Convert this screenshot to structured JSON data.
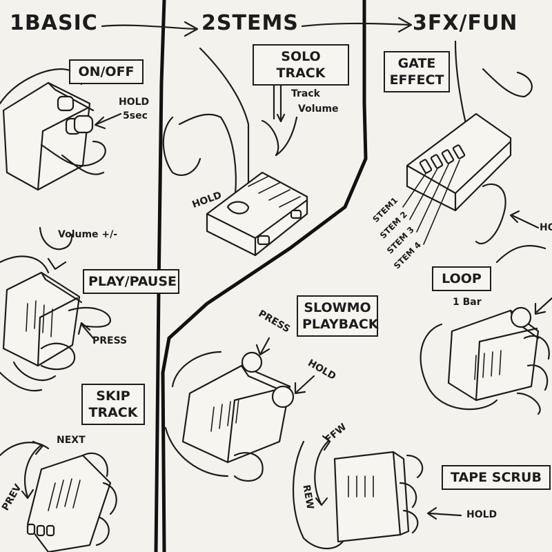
{
  "headers": {
    "step1": "1BASIC",
    "step2": "2STEMS",
    "step3": "3FX/FUN"
  },
  "sections": {
    "on_off": {
      "label": "ON/OFF",
      "note_hold": "HOLD",
      "note_time": "5sec"
    },
    "volume": {
      "note": "Volume +/-"
    },
    "play_pause": {
      "label": "PLAY/PAUSE",
      "note_press": "PRESS"
    },
    "skip_track": {
      "label_line1": "SKIP",
      "label_line2": "TRACK",
      "note_next": "NEXT",
      "note_prev": "PREV"
    },
    "solo_track": {
      "label": "SOLO TRACK",
      "note_track": "Track",
      "note_volume": "Volume",
      "note_hold": "HOLD"
    },
    "slowmo": {
      "label_line1": "SLOWMO",
      "label_line2": "PLAYBACK",
      "note_press": "PRESS",
      "note_hold": "HOLD"
    },
    "gate_effect": {
      "label_line1": "GATE",
      "label_line2": "EFFECT",
      "stems": [
        "STEM1",
        "STEM 2",
        "STEM 3",
        "STEM 4"
      ],
      "note_hold": "HOLD"
    },
    "loop": {
      "label": "LOOP",
      "note": "1 Bar"
    },
    "tape_scrub": {
      "label": "TAPE SCRUB",
      "note_ffw": "FFW",
      "note_rew": "REW",
      "note_hold": "HOLD"
    }
  }
}
